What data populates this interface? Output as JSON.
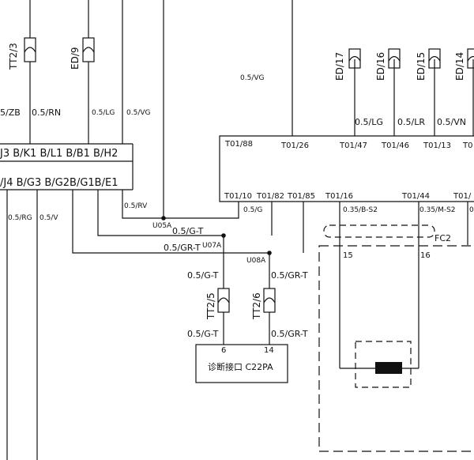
{
  "top_connectors": [
    "TT2/3",
    "ED/9",
    "ED/17",
    "ED/16",
    "ED/15",
    "ED/14"
  ],
  "top_wire_labels": [
    "5/ZB",
    "0.5/RN",
    "0.5/LG",
    "0.5/VG",
    "0.5/VG"
  ],
  "module_top_labels": [
    "0.5/LG",
    "0.5/LR",
    "0.5/VN"
  ],
  "module_top_pins": [
    "T01/88",
    "T01/26",
    "T01/47",
    "T01/46",
    "T01/13",
    "T0"
  ],
  "left_header_row1": "J3 B/K1 B/L1 B/B1 B/H2",
  "left_header_row2": "/J4 B/G3 B/G2B/G1B/E1",
  "module_bottom_pins": [
    "T01/10",
    "T01/82",
    "T01/85",
    "T01/16",
    "T01/44",
    "T01/"
  ],
  "left_lower_labels": [
    "0.5/RG",
    "0.5/V"
  ],
  "wire_labels": [
    "0.5/RV",
    "0.5/G",
    "0.35/B-S2",
    "0.35/M-S2",
    "0"
  ],
  "splices": [
    "U05A",
    "U07A",
    "U08A"
  ],
  "bus_labels": [
    "0.5/G-T",
    "0.5/GR-T"
  ],
  "shield_label": "FC2",
  "inner_pins": [
    "15",
    "16"
  ],
  "tt_connectors": [
    "TT2/5",
    "TT2/6"
  ],
  "tt_wire_labels": [
    "0.5/G-T",
    "0.5/GR-T",
    "0.5/G-T",
    "0.5/GR-T"
  ],
  "diag_pins": [
    "6",
    "14"
  ],
  "diag_connector_name": "诊断接口 C22PA"
}
